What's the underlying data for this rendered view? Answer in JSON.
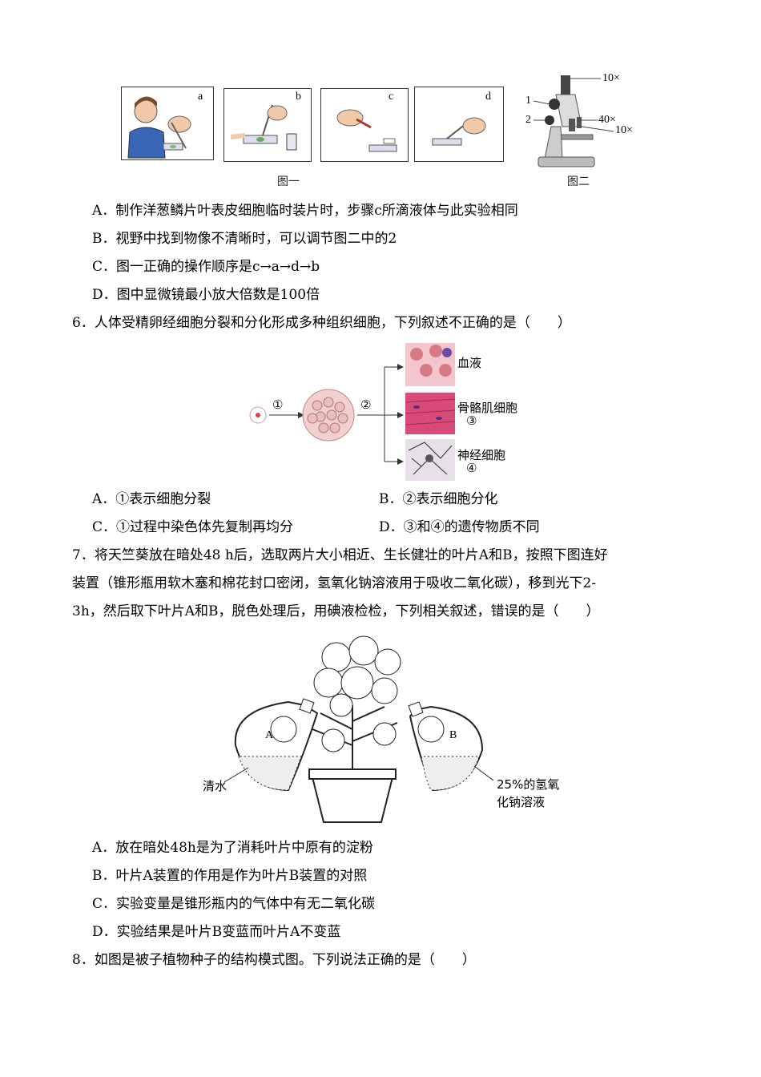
{
  "figure1": {
    "panels": [
      "a",
      "b",
      "c",
      "d"
    ],
    "caption1": "图一",
    "caption2": "图二",
    "scope_labels": {
      "eyepiece": "10×",
      "part1": "1",
      "part2": "2",
      "obj40": "40×",
      "obj10": "10×"
    }
  },
  "q5": {
    "options": [
      "A．制作洋葱鳞片叶表皮细胞临时装片时，步骤c所滴液体与此实验相同",
      "B．视野中找到物像不清晰时，可以调节图二中的2",
      "C．图一正确的操作顺序是c→a→d→b",
      "D．图中显微镜最小放大倍数是100倍"
    ]
  },
  "q6": {
    "stem": "6．人体受精卵经细胞分裂和分化形成多种组织细胞，下列叙述不正确的是（　　）",
    "fig": {
      "step1": "①",
      "step2": "②",
      "blood": "血液",
      "muscle": "骨骼肌细胞",
      "muscle_num": "③",
      "nerve": "神经细胞",
      "nerve_num": "④"
    },
    "options": [
      "A．①表示细胞分裂",
      "B．②表示细胞分化",
      "C．①过程中染色体先复制再均分",
      "D．③和④的遗传物质不同"
    ]
  },
  "q7": {
    "stem_lines": [
      "7．将天竺葵放在暗处48 h后，选取两片大小相近、生长健壮的叶片A和B，按照下图连好",
      "装置（锥形瓶用软木塞和棉花封口密闭，氢氧化钠溶液用于吸收二氧化碳），移到光下2-",
      "3h，然后取下叶片A和B，脱色处理后，用碘液检检，下列相关叙述，错误的是（　　）"
    ],
    "fig": {
      "leafA": "A",
      "leafB": "B",
      "water": "清水",
      "naoh_line1": "25%的氢氧",
      "naoh_line2": "化钠溶液"
    },
    "options": [
      "A．放在暗处48h是为了消耗叶片中原有的淀粉",
      "B．叶片A装置的作用是作为叶片B装置的对照",
      "C．实验变量是锥形瓶内的气体中有无二氧化碳",
      "D．实验结果是叶片B变蓝而叶片A不变蓝"
    ]
  },
  "q8": {
    "stem": "8．如图是被子植物种子的结构模式图。下列说法正确的是（　　）"
  }
}
